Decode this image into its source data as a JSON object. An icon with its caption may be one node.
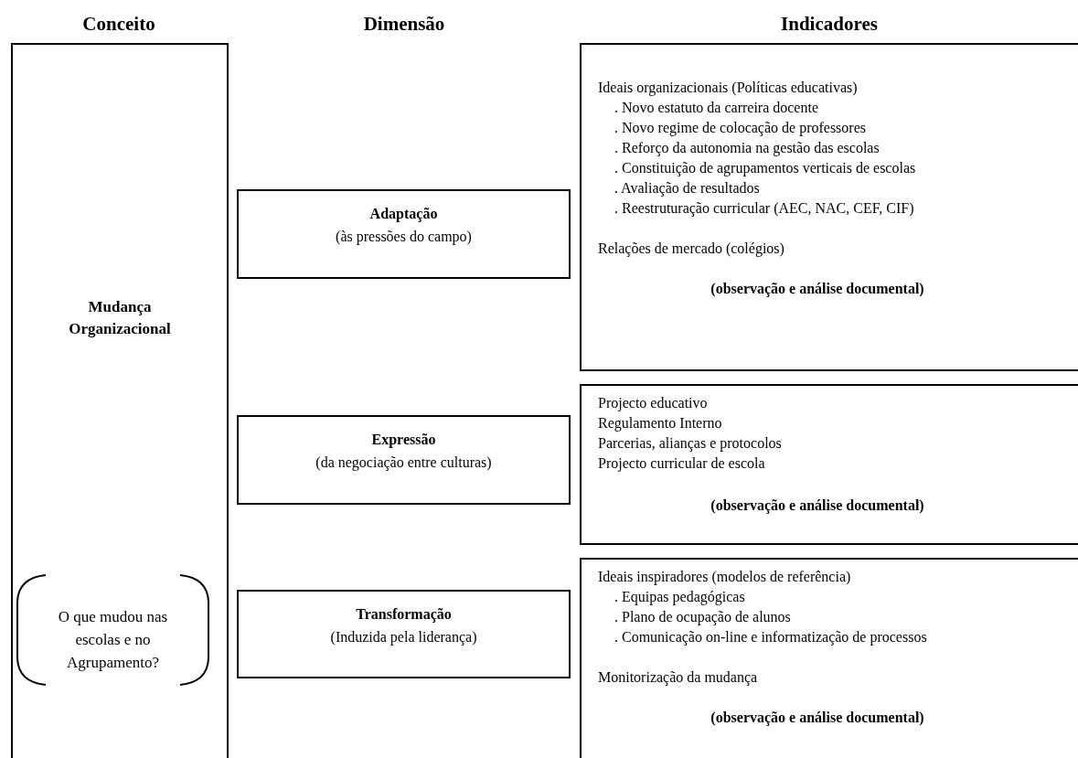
{
  "diagram": {
    "nodes": [
      {
        "text": [
          "Mudança Organizacional"
        ]
      },
      {
        "text": [
          "O que mudou nas escolas e no Agrupamento?"
        ],
        "in": 0
      },
      {
        "text": [
          "Adaptação",
          "(às pressões do campo)"
        ]
      },
      {
        "text": [
          "Expressão",
          "(da negociação entre culturas)"
        ]
      },
      {
        "text": [
          "Transformação",
          "(Induzida pela liderança)"
        ]
      },
      {
        "text": [
          "Ideais organizacionais (Políticas educativas)",
          ". Novo estatuto da carreira docente",
          ". Novo regime de colocação de professores",
          ". Reforço da autonomia na gestão das escolas",
          ". Constituição de agrupamentos verticais de escolas",
          ". Avaliação de resultados",
          ". Reestruturação curricular (AEC, NAC, CEF, CIF)",
          "Relações de mercado (colégios)",
          "(observação e análise documental)"
        ]
      },
      {
        "text": [
          "Projecto educativo",
          "Regulamento Interno",
          "Parcerias, alianças e protocolos",
          "Projecto curricular de escola",
          "(observação e análise documental)"
        ]
      },
      {
        "text": [
          "Ideais inspiradores (modelos de referência)",
          ". Equipas pedagógicas",
          ". Plano de ocupação de alunos",
          ". Comunicação on-line e informatização de processos",
          "Monitorização da mudança",
          "(observação e análise documental)"
        ]
      }
    ],
    "edges": [],
    "labels": [
      "Conceito",
      "Dimensão",
      "Indicadores"
    ]
  }
}
